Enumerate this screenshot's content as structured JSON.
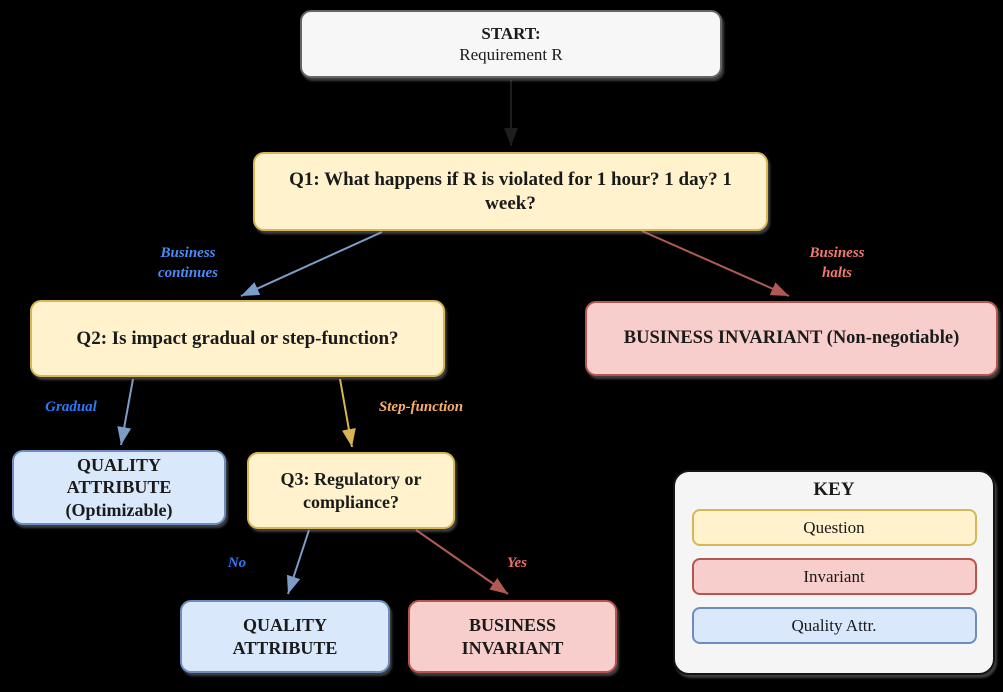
{
  "nodes": {
    "start": {
      "title": "START:",
      "subtitle": "Requirement R"
    },
    "q1": {
      "label": "Q1: What happens if R is violated for 1 hour? 1 day? 1 week?"
    },
    "q2": {
      "label": "Q2: Is impact gradual or step-function?"
    },
    "invariant_main": {
      "label": "BUSINESS INVARIANT (Non-negotiable)"
    },
    "quality_optimizable": {
      "lines": [
        "QUALITY",
        "ATTRIBUTE",
        "(Optimizable)"
      ]
    },
    "q3": {
      "lines": [
        "Q3: Regulatory or",
        "compliance?"
      ]
    },
    "quality_attr": {
      "lines": [
        "QUALITY",
        "ATTRIBUTE"
      ]
    },
    "invariant_small": {
      "lines": [
        "BUSINESS",
        "INVARIANT"
      ]
    }
  },
  "edge_labels": {
    "business_continues": {
      "lines": [
        "Business",
        "continues"
      ],
      "color": "#4A8CF7"
    },
    "business_halts": {
      "lines": [
        "Business",
        "halts"
      ],
      "color": "#EE7A71"
    },
    "gradual": {
      "label": "Gradual",
      "color": "#2E79F6"
    },
    "step_function": {
      "label": "Step-function",
      "color": "#F9B06C"
    },
    "no": {
      "label": "No",
      "color": "#2E79F6"
    },
    "yes": {
      "label": "Yes",
      "color": "#ED6E66"
    }
  },
  "key": {
    "title": "KEY",
    "items": [
      {
        "label": "Question",
        "fill": "#FFF2CC",
        "stroke": "#D6B656"
      },
      {
        "label": "Invariant",
        "fill": "#F8CECC",
        "stroke": "#B85450"
      },
      {
        "label": "Quality Attr.",
        "fill": "#DAE8FC",
        "stroke": "#6C8EBF"
      }
    ]
  },
  "colors": {
    "background": "#000000",
    "question_fill": "#FFF2CC",
    "question_stroke": "#D6B656",
    "invariant_fill": "#F8CECC",
    "invariant_stroke": "#B85450",
    "quality_fill": "#DAE8FC",
    "quality_stroke": "#6C8EBF",
    "start_fill": "#F7F7F7",
    "start_stroke": "#666666",
    "arrow_blue": "#7D9CC8",
    "arrow_red": "#B05A55",
    "arrow_gold": "#D9B455"
  }
}
